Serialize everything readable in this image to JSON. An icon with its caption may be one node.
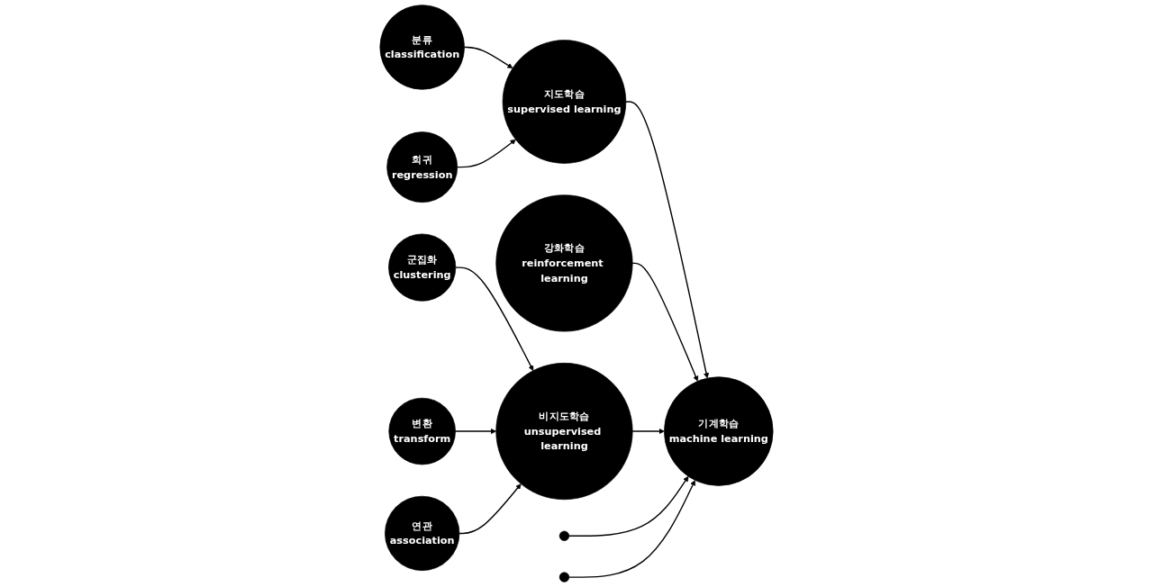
{
  "diagram": {
    "nodes": [
      {
        "text": [
          "강화학습",
          "reinforcement learning"
        ]
      },
      {
        "text": [
          "분류",
          "classification"
        ]
      },
      {
        "text": [
          "군집화",
          "clustering"
        ]
      },
      {
        "text": [
          "지도학습",
          "supervised learning"
        ]
      },
      {
        "text": [
          "기계학습",
          "machine learning"
        ]
      },
      {
        "text": [
          "비지도학습",
          "unsupervised learning"
        ]
      },
      {
        "text": [
          "변환",
          "transform"
        ]
      },
      {
        "text": [
          "회귀",
          "regression"
        ]
      },
      {
        "text": [
          "연관",
          "association"
        ]
      },
      {
        "text": [],
        "shape": "circle"
      },
      {
        "text": [],
        "shape": "circle"
      }
    ],
    "edges": [
      {
        "from": 1,
        "to": 3,
        "arrow": "to"
      },
      {
        "from": 7,
        "to": 3,
        "arrow": "to"
      },
      {
        "from": 3,
        "to": 4,
        "arrow": "to"
      },
      {
        "from": 0,
        "to": 4,
        "arrow": "to"
      },
      {
        "from": 5,
        "to": 4,
        "arrow": "to"
      },
      {
        "from": 2,
        "to": 5,
        "arrow": "to"
      },
      {
        "from": 6,
        "to": 5,
        "arrow": "to"
      },
      {
        "from": 8,
        "to": 5,
        "arrow": "to"
      },
      {
        "from": 9,
        "to": 4,
        "arrow": "to"
      },
      {
        "from": 10,
        "to": 4,
        "arrow": "to"
      }
    ]
  }
}
